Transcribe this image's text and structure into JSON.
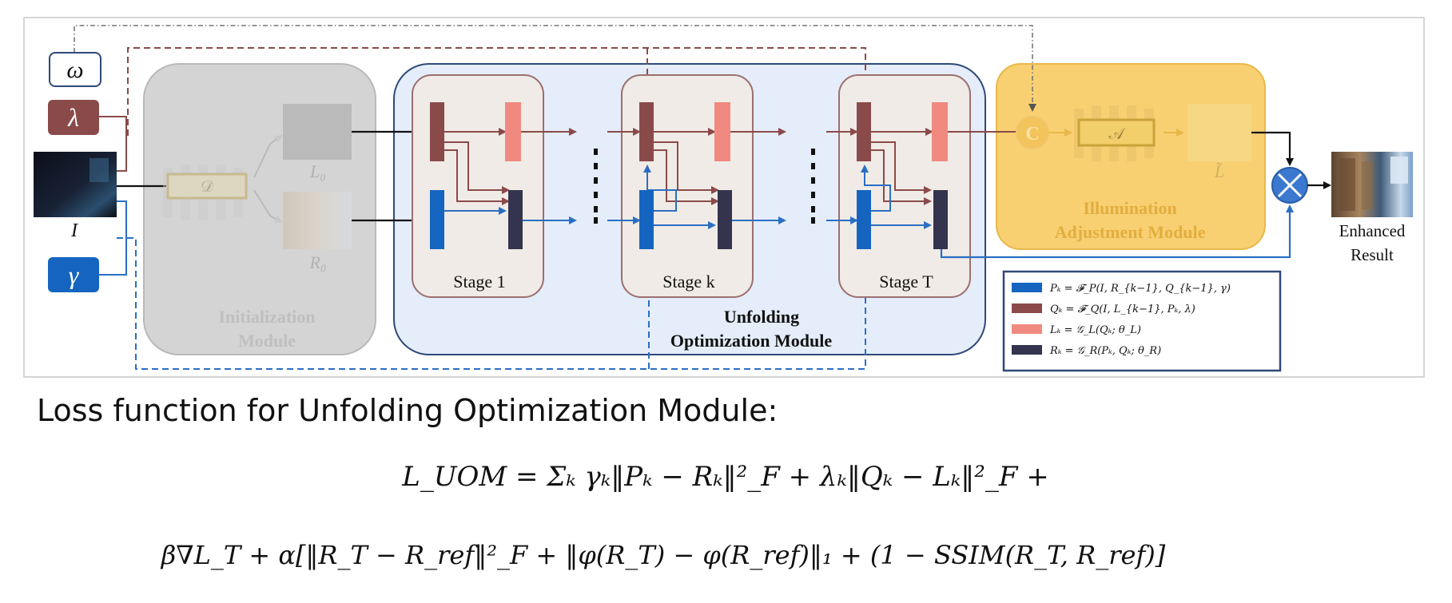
{
  "inputs": {
    "omega": "ω",
    "lambda": "λ",
    "gamma": "γ",
    "input_image_label": "I"
  },
  "initialization_module": {
    "operator": "𝒟",
    "l0": "L₀",
    "r0": "R₀",
    "title_line1": "Initialization",
    "title_line2": "Module"
  },
  "unfolding_module": {
    "stages": [
      "Stage 1",
      "Stage k",
      "Stage T"
    ],
    "title_line1": "Unfolding",
    "title_line2": "Optimization Module"
  },
  "illumination_module": {
    "concat": "C",
    "operator": "𝒜",
    "output": "L̃",
    "title_line1": "Illumination",
    "title_line2": "Adjustment Module"
  },
  "output": {
    "line1": "Enhanced",
    "line2": "Result"
  },
  "legend": [
    {
      "color": "#1565c0",
      "text": "Pₖ = 𝓕_P(I, R_{k−1}, Q_{k−1}, γ)"
    },
    {
      "color": "#8b4a4a",
      "text": "Qₖ = 𝓕_Q(I, L_{k−1}, Pₖ, λ)"
    },
    {
      "color": "#f08a80",
      "text": "Lₖ = 𝒢_L(Qₖ; θ_L)"
    },
    {
      "color": "#34344e",
      "text": "Rₖ = 𝒢_R(Pₖ, Qₖ; θ_R)"
    }
  ],
  "loss": {
    "title": "Loss function for Unfolding Optimization Module:",
    "line1": "L_UOM = Σₖ γₖ‖Pₖ − Rₖ‖²_F + λₖ‖Qₖ − Lₖ‖²_F +",
    "line2": "β∇L_T + α[‖R_T − R_ref‖²_F + ‖φ(R_T) − φ(R_ref)‖₁ + (1 − SSIM(R_T, R_ref)]"
  },
  "colors": {
    "p_blue": "#1565c0",
    "q_brown": "#8b4a4a",
    "l_salmon": "#f08a80",
    "r_navy": "#34344e",
    "unfolding_bg": "#e6eef9",
    "illumination_bg": "#f7cf66",
    "initialization_bg": "#d6d6d6"
  }
}
